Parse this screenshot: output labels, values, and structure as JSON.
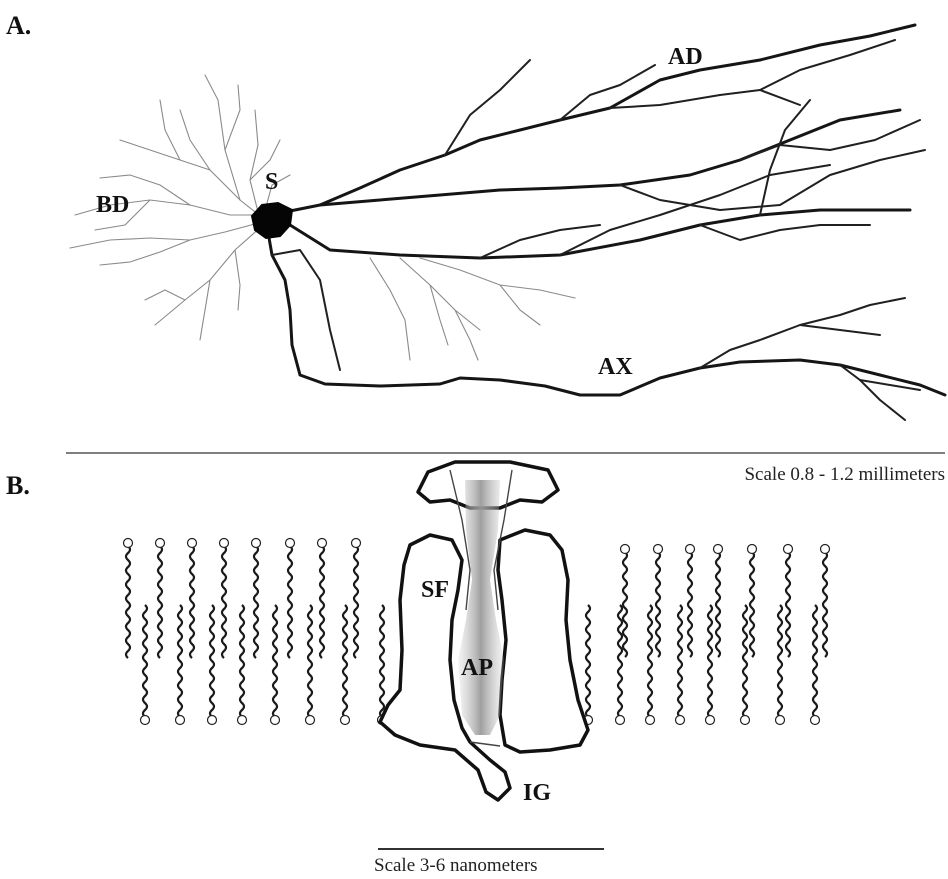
{
  "panel_a": {
    "letter": "A.",
    "labels": {
      "basal_dendrites": "BD",
      "soma": "S",
      "apical_dendrites": "AD",
      "axon": "AX"
    },
    "scale": "Scale 0.8 - 1.2 millimeters"
  },
  "panel_b": {
    "letter": "B.",
    "labels": {
      "selectivity_filter": "SF",
      "aqueous_pore": "AP",
      "inactivation_gate": "IG"
    },
    "scale": "Scale 3-6 nanometers"
  }
}
